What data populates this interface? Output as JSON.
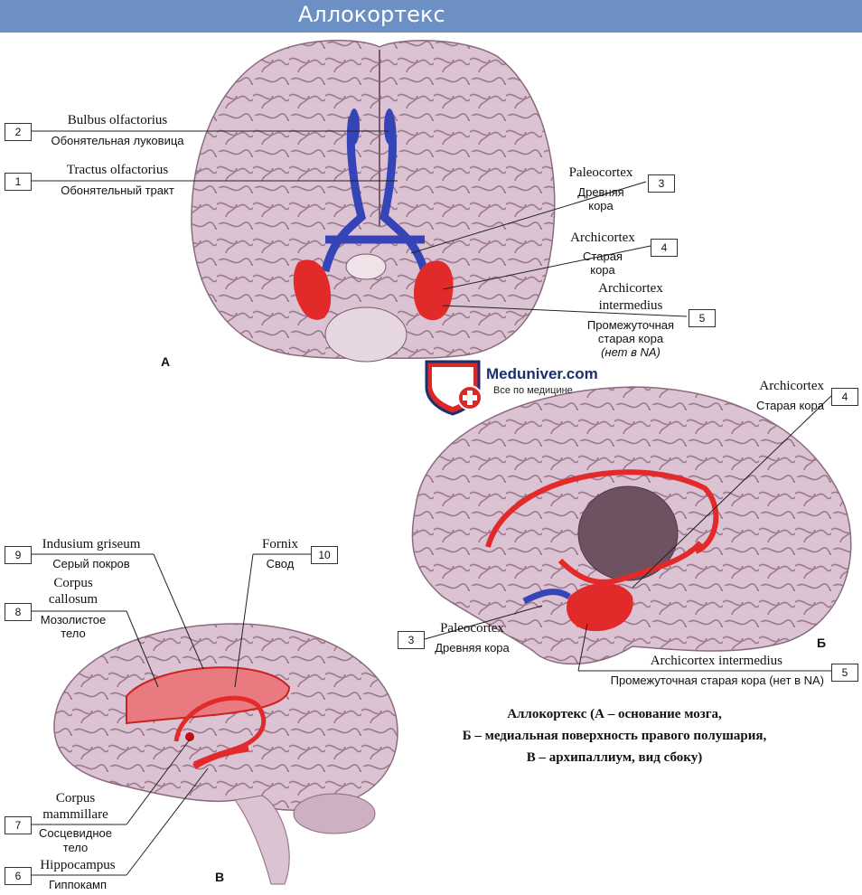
{
  "title": "Аллокортекс",
  "logo": {
    "name": "Meduniver.com",
    "tagline": "Все по медицине"
  },
  "figure_letters": {
    "a": "А",
    "b": "Б",
    "v": "В"
  },
  "labels": {
    "n2": {
      "num": "2",
      "latin": "Bulbus olfactorius",
      "ru": "Обонятельная луковица"
    },
    "n1": {
      "num": "1",
      "latin": "Tractus olfactorius",
      "ru": "Обонятельный тракт"
    },
    "n3a": {
      "num": "3",
      "latin": "Paleocortex",
      "ru1": "Древняя",
      "ru2": "кора"
    },
    "n4a": {
      "num": "4",
      "latin": "Archicortex",
      "ru1": "Старая",
      "ru2": "кора"
    },
    "n5a": {
      "num": "5",
      "latin1": "Archicortex",
      "latin2": "intermedius",
      "ru1": "Промежуточная",
      "ru2": "старая кора",
      "ru3": "(нет в NA)"
    },
    "n4b": {
      "num": "4",
      "latin": "Archicortex",
      "ru": "Старая кора"
    },
    "n3b": {
      "num": "3",
      "latin": "Paleocortex",
      "ru": "Древняя кора"
    },
    "n5b": {
      "num": "5",
      "latin": "Archicortex intermedius",
      "ru": "Промежуточная старая кора (нет в NA)"
    },
    "n9": {
      "num": "9",
      "latin": "Indusium griseum",
      "ru": "Серый покров"
    },
    "n10": {
      "num": "10",
      "latin": "Fornix",
      "ru": "Свод"
    },
    "n8": {
      "num": "8",
      "latin1": "Corpus",
      "latin2": "callosum",
      "ru1": "Мозолистое",
      "ru2": "тело"
    },
    "n7": {
      "num": "7",
      "latin1": "Corpus",
      "latin2": "mammillare",
      "ru1": "Сосцевидное",
      "ru2": "тело"
    },
    "n6": {
      "num": "6",
      "latin": "Hippocampus",
      "ru": "Гиппокамп"
    }
  },
  "caption": {
    "line1": "Аллокортекс (А – основание мозга,",
    "line2": "Б – медиальная поверхность правого полушария,",
    "line3": "В – архипаллиум, вид сбоку)"
  },
  "colors": {
    "brain": "#d9bfd0",
    "brain_dark": "#a78497",
    "olfactory": "#3545b8",
    "archicortex": "#e22a2a",
    "header": "#6c8fc4"
  }
}
